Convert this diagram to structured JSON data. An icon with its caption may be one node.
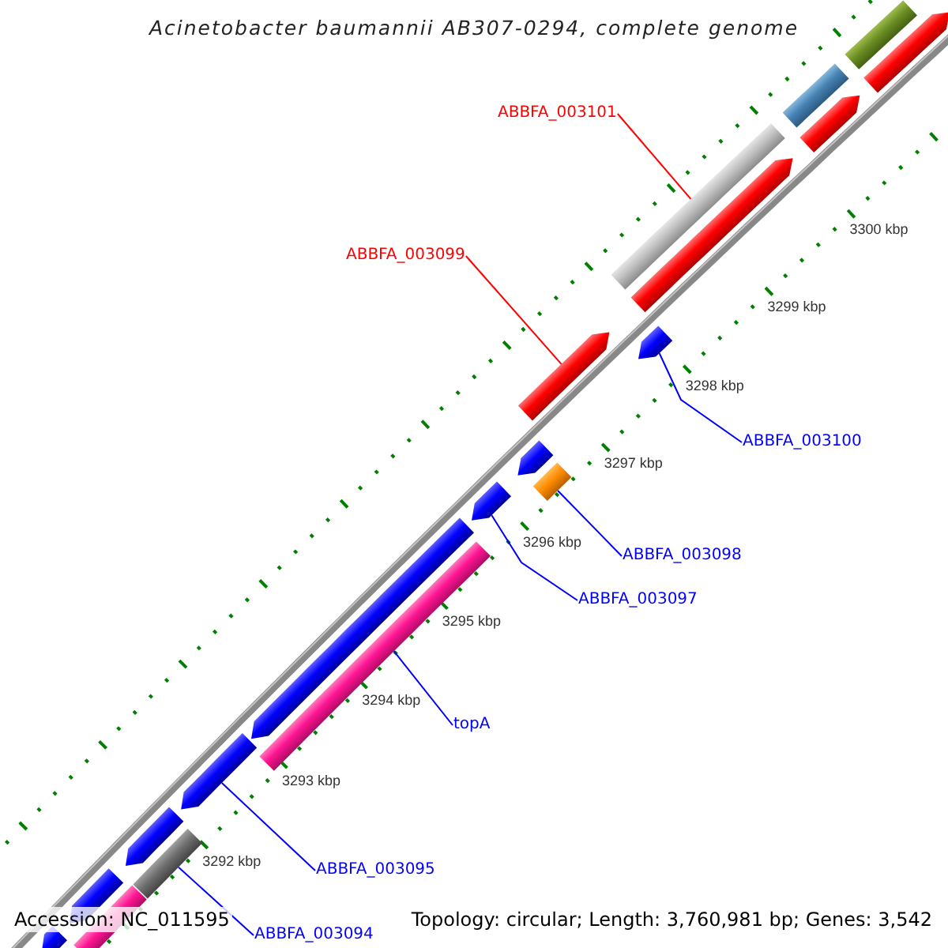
{
  "diagram": {
    "title": "Acinetobacter baumannii AB307-0294, complete genome",
    "nodes": [
      {
        "text": [
          "ABBFA_003101"
        ]
      },
      {
        "text": [
          "ABBFA_003099"
        ]
      },
      {
        "text": [
          "ABBFA_003100"
        ]
      },
      {
        "text": [
          "ABBFA_003098"
        ]
      },
      {
        "text": [
          "ABBFA_003097"
        ]
      },
      {
        "text": [
          "topA"
        ]
      },
      {
        "text": [
          "ABBFA_003095"
        ]
      },
      {
        "text": [
          "ABBFA_003094"
        ]
      },
      {
        "text": [],
        "shape": "bar"
      },
      {
        "text": [],
        "shape": "arrow"
      },
      {
        "text": [],
        "shape": "bar"
      },
      {
        "text": [],
        "shape": "arrow"
      },
      {
        "text": [],
        "shape": "bar"
      },
      {
        "text": [],
        "shape": "arrow"
      },
      {
        "text": [],
        "shape": "arrow"
      },
      {
        "text": [],
        "shape": "arrow"
      },
      {
        "text": [],
        "shape": "arrow"
      },
      {
        "text": [],
        "shape": "bar"
      },
      {
        "text": [],
        "shape": "arrow"
      },
      {
        "text": [],
        "shape": "arrow"
      },
      {
        "text": [],
        "shape": "bar"
      },
      {
        "text": [],
        "shape": "arrow"
      },
      {
        "text": [],
        "shape": "arrow"
      },
      {
        "text": [],
        "shape": "bar"
      },
      {
        "text": [],
        "shape": "arrow"
      },
      {
        "text": [],
        "shape": "bar"
      },
      {
        "text": [],
        "shape": "arrow"
      }
    ],
    "edges": [
      {
        "from": 0,
        "to": 12,
        "arrow": "none",
        "color": "#ff0000"
      },
      {
        "from": 1,
        "to": 14,
        "arrow": "none",
        "color": "#ff0000"
      },
      {
        "from": 2,
        "to": 15,
        "arrow": "none"
      },
      {
        "from": 3,
        "to": 17,
        "arrow": "none"
      },
      {
        "from": 4,
        "to": 18,
        "arrow": "none"
      },
      {
        "from": 5,
        "to": 20,
        "arrow": "none"
      },
      {
        "from": 6,
        "to": 21,
        "arrow": "none"
      },
      {
        "from": 7,
        "to": 23,
        "arrow": "none"
      }
    ],
    "labels": [
      "3300 kbp",
      "3299 kbp",
      "3298 kbp",
      "3297 kbp",
      "3296 kbp",
      "3295 kbp",
      "3294 kbp",
      "3293 kbp",
      "3292 kbp",
      "Accession: NC_011595",
      "Topology: circular; Length: 3,760,981 bp; Genes: 3,542"
    ]
  }
}
